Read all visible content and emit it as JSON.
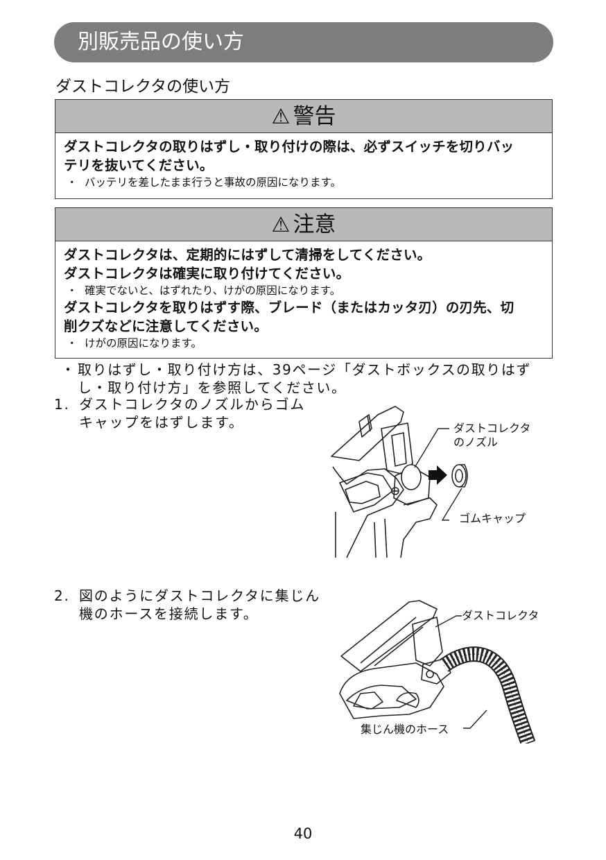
{
  "header": {
    "title": "別販売品の使い方"
  },
  "section": {
    "heading": "ダストコレクタの使い方"
  },
  "warning": {
    "icon": "warning-triangle-icon",
    "heading": "警告",
    "lines": [
      "ダストコレクタの取りはずし・取り付けの際は、必ずスイッチを切りバッ",
      "テリを抜いてください。"
    ],
    "note": "バッテリを差したまま行うと事故の原因になります。"
  },
  "caution": {
    "icon": "warning-triangle-icon",
    "heading": "注意",
    "line1": "ダストコレクタは、定期的にはずして清掃をしてください。",
    "line2": "ダストコレクタは確実に取り付けてください。",
    "note1": "確実でないと、はずれたり、けがの原因になります。",
    "line3": [
      "ダストコレクタを取りはずす際、ブレード（またはカッタ刃）の刃先、切",
      "削クズなどに注意してください。"
    ],
    "note2": "けがの原因になります。"
  },
  "reference": {
    "bullet": "・",
    "lines": [
      "取りはずし・取り付け方は、39ページ「ダストボックスの取りはず",
      "し・取り付け方」を参照してください。"
    ]
  },
  "steps": [
    {
      "number": "1.",
      "lines": [
        "ダストコレクタのノズルからゴム",
        "キャップをはずします。"
      ]
    },
    {
      "number": "2.",
      "lines": [
        "図のようにダストコレクタに集じん",
        "機のホースを接続します。"
      ]
    }
  ],
  "figure1": {
    "label_nozzle": [
      "ダストコレクタ",
      "のノズル"
    ],
    "label_cap": "ゴムキャップ"
  },
  "figure2": {
    "label_collector": "ダストコレクタ",
    "label_hose": "集じん機のホース"
  },
  "note_bullet": "・",
  "page": {
    "number": "40"
  }
}
